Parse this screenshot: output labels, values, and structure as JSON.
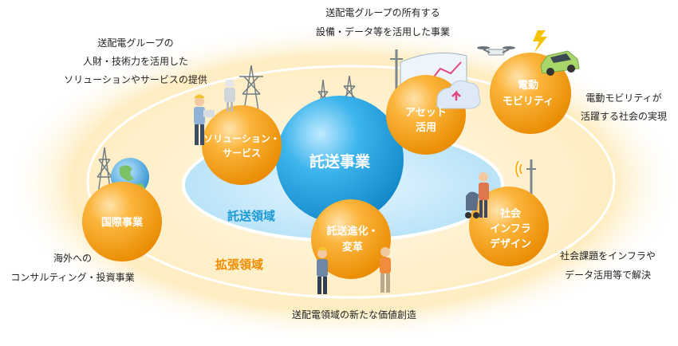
{
  "core": {
    "label": "託送事業"
  },
  "zones": {
    "inner": "託送領域",
    "outer": "拡張領域"
  },
  "spheres": {
    "solution": {
      "line1": "ソリューション・",
      "line2": "サービス"
    },
    "asset": {
      "line1": "アセット",
      "line2": "活用"
    },
    "ev": {
      "line1": "電動",
      "line2": "モビリティ"
    },
    "international": {
      "line1": "国際事業"
    },
    "evolution": {
      "line1": "託送進化・",
      "line2": "変革"
    },
    "infra": {
      "line1": "社会",
      "line2": "インフラ",
      "line3": "デザイン"
    }
  },
  "captions": {
    "solution": [
      "送配電グループの",
      "人財・技術力を活用した",
      "ソリューションやサービスの提供"
    ],
    "asset": [
      "送配電グループの所有する",
      "設備・データ等を活用した事業"
    ],
    "ev": [
      "電動モビリティが",
      "活躍する社会の実現"
    ],
    "international": [
      "海外への",
      "コンサルティング・投資事業"
    ],
    "evolution": [
      "送配電領域の新たな価値創造"
    ],
    "infra": [
      "社会課題をインフラや",
      "データ活用等で解決"
    ]
  },
  "colors": {
    "orange": "#f39800",
    "orange_light": "#fdd28a",
    "blue": "#1b9ee0",
    "blue_light": "#bfe6fb",
    "zone_bg": "#fff2cf",
    "ring": "#ffffff",
    "text_dark": "#222222",
    "inner_label": "#1c9ad6",
    "outer_label": "#f08c00"
  },
  "icons": [
    "globe-icon",
    "transmission-tower-icon",
    "engineer-icon",
    "robot-icon",
    "drone-icon",
    "electric-car-icon",
    "lightning-icon",
    "cloud-upload-icon",
    "chart-board-icon",
    "utility-pole-icon",
    "stroller-family-icon",
    "worker-icon"
  ]
}
